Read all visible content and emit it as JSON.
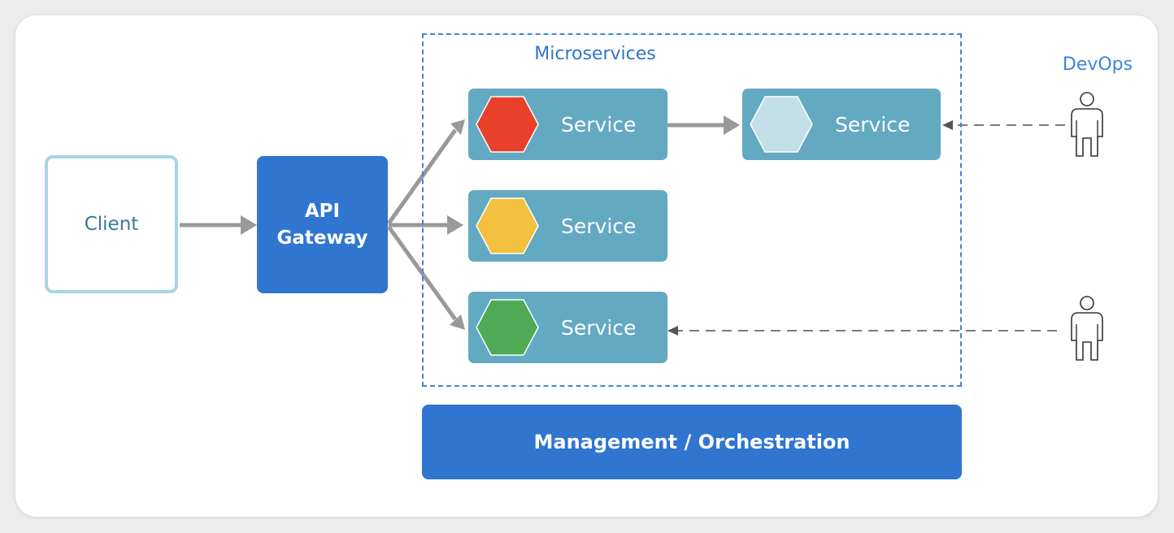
{
  "client": {
    "label": "Client"
  },
  "gateway": {
    "line1": "API",
    "line2": "Gateway"
  },
  "microservices": {
    "title": "Microservices"
  },
  "services": [
    {
      "label": "Service",
      "hex_color": "#e8402a"
    },
    {
      "label": "Service",
      "hex_color": "#c2dfe8"
    },
    {
      "label": "Service",
      "hex_color": "#f4c040"
    },
    {
      "label": "Service",
      "hex_color": "#4eaa54"
    }
  ],
  "devops": {
    "title": "DevOps",
    "actor_icon": "person-icon"
  },
  "management": {
    "label": "Management / Orchestration"
  },
  "colors": {
    "arrow": "#999999",
    "dashed_arrow": "#7a7a7a",
    "service_fill": "#63a9c2",
    "primary": "#3075d0",
    "dashed_border": "#3d86d8"
  }
}
